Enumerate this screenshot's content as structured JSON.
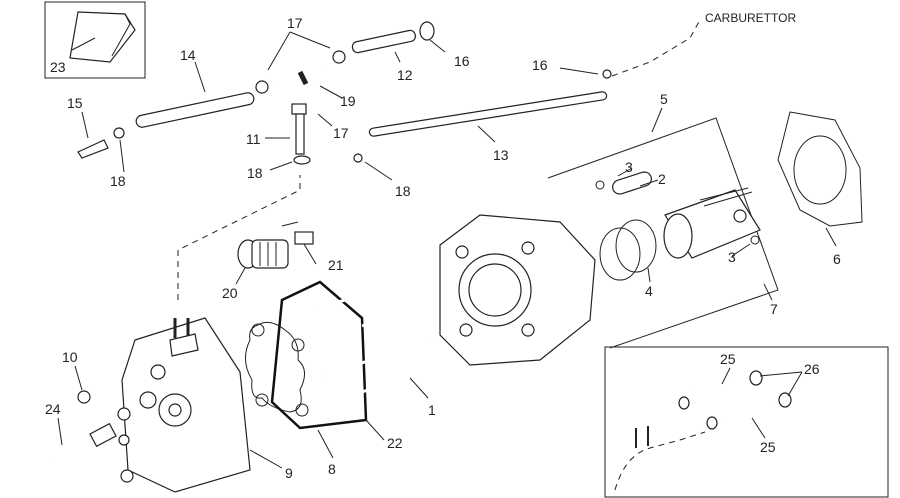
{
  "diagram": {
    "carburettor_label": "CARBURETTOR",
    "callouts": {
      "c1": "1",
      "c2": "2",
      "c3a": "3",
      "c3b": "3",
      "c4": "4",
      "c5": "5",
      "c6": "6",
      "c7": "7",
      "c8": "8",
      "c9": "9",
      "c10": "10",
      "c11": "11",
      "c12": "12",
      "c13": "13",
      "c14": "14",
      "c15": "15",
      "c16a": "16",
      "c16b": "16",
      "c17a": "17",
      "c17b": "17",
      "c18a": "18",
      "c18b": "18",
      "c18c": "18",
      "c19": "19",
      "c20": "20",
      "c21": "21",
      "c22": "22",
      "c23": "23",
      "c24": "24",
      "c25a": "25",
      "c25b": "25",
      "c26": "26"
    }
  }
}
